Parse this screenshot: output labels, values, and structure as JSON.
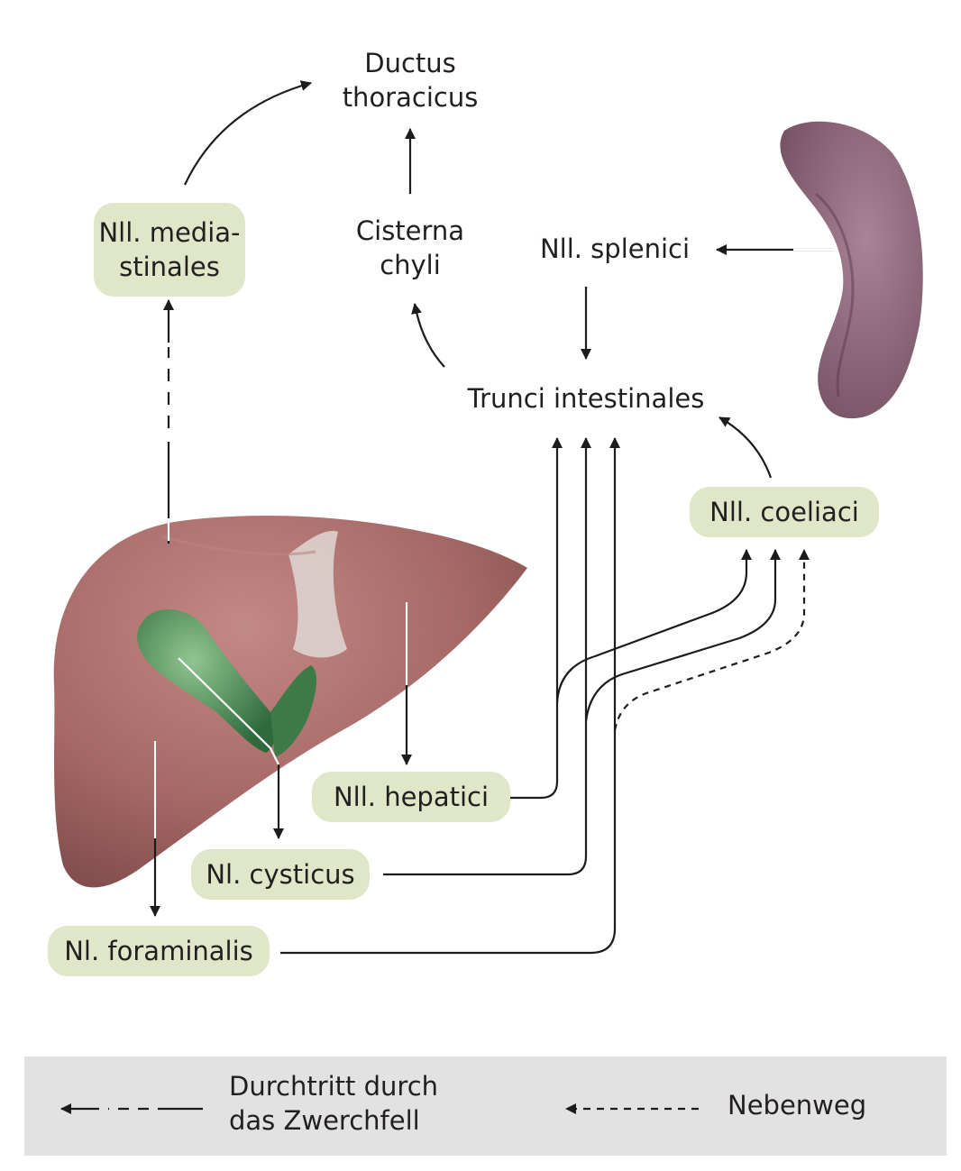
{
  "labels": {
    "ductus_thoracicus": [
      "Ductus",
      "thoracicus"
    ],
    "cisterna_chyli": [
      "Cisterna",
      "chyli"
    ],
    "nll_splenici": "Nll. splenici",
    "trunci_intestinales": "Trunci intestinales"
  },
  "nodes": {
    "mediastinales": [
      "Nll. media-",
      "stinales"
    ],
    "coeliaci": "Nll. coeliaci",
    "hepatici": "Nll. hepatici",
    "cysticus": "Nl. cysticus",
    "foraminalis": "Nl. foraminalis"
  },
  "legend": {
    "diaphragm_label": [
      "Durchtritt durch",
      "das Zwerchfell"
    ],
    "side_path_label": "Nebenweg"
  },
  "colors": {
    "node_fill": "#dfe7c8",
    "legend_bg": "#e2e2e2",
    "liver": "#a86a68",
    "gallbladder": "#4f8a55",
    "spleen": "#8c6577",
    "line": "#1c1c1c"
  }
}
